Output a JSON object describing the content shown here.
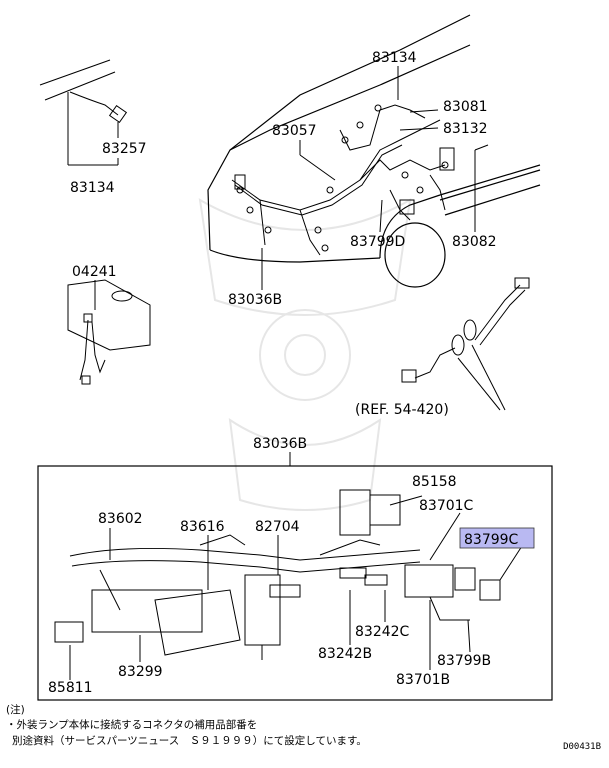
{
  "labels": {
    "p83134_top": "83134",
    "p83081": "83081",
    "p83132": "83132",
    "p83057": "83057",
    "p83257": "83257",
    "p83134_left": "83134",
    "p83799D": "83799D",
    "p83082": "83082",
    "p83036B_top": "83036B",
    "p04241": "04241",
    "ref": "(REF. 54-420)",
    "p83036B_box": "83036B",
    "p85158": "85158",
    "p83701C": "83701C",
    "p83799C": "83799C",
    "p83602": "83602",
    "p83616": "83616",
    "p82704": "82704",
    "p83242C": "83242C",
    "p83242B": "83242B",
    "p83799B": "83799B",
    "p83701B": "83701B",
    "p83299": "83299",
    "p85811": "85811"
  },
  "highlight_color": "#b9b9f2",
  "notes": {
    "title": "(注)",
    "line1": "・外装ランプ本体に接続するコネクタの補用品部番を",
    "line2": "別途資料（サービスパーツニュース　Ｓ９１９９９）にて設定しています。"
  },
  "diagram_code": "D00431B"
}
